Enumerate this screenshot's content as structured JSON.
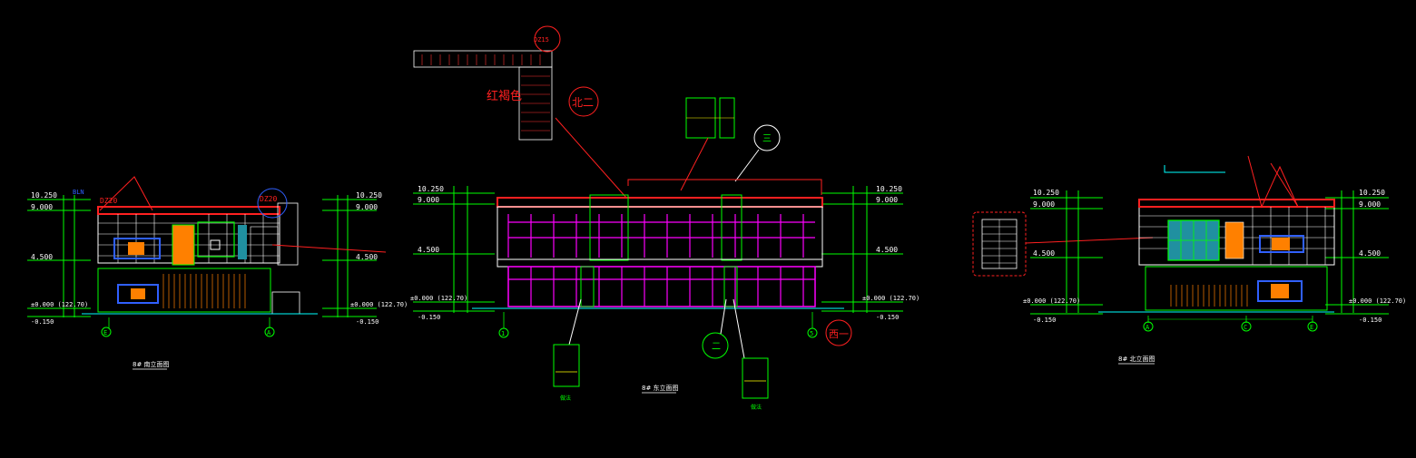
{
  "colors": {
    "background": "#000000",
    "cyan": "#00ffff",
    "green": "#00ff00",
    "red": "#ff0000",
    "white": "#ffffff",
    "magenta": "#ff00ff",
    "yellow": "#ffff00",
    "orange": "#ff8000",
    "blue": "#3060ff",
    "teal": "#2090a0"
  },
  "left_elevation": {
    "levels": {
      "top": "10.250",
      "roof": "9.000",
      "floor2": "4.500",
      "ground": "±0.000 (122.70)",
      "base": "-0.150"
    },
    "levels_right": {
      "top": "10.250",
      "roof": "9.000",
      "floor2": "4.500",
      "ground": "±0.000 (122.70)",
      "base": "-0.150"
    },
    "tag_blue": "BLN",
    "tag_red_1": "DZ20",
    "tag_red_2": "DZ20",
    "axis_left": "E",
    "axis_right": "A",
    "title": "8# 南立面图"
  },
  "center_elevation": {
    "levels": {
      "top": "10.250",
      "roof": "9.000",
      "floor2": "4.500",
      "ground": "±0.000 (122.70)",
      "base": "-0.150"
    },
    "levels_right": {
      "top": "10.250",
      "roof": "9.000",
      "floor2": "4.500",
      "ground": "±0.000 (122.70)",
      "base": "-0.150"
    },
    "axis_left": "1",
    "axis_right": "5",
    "title": "8# 东立面图",
    "note_color": "红褐色",
    "callout_north": "北二",
    "callout_west": "西一",
    "callout_three": "三",
    "callout_two": "二",
    "callout_top_tag": "DZ15",
    "sub_label_left": "做法",
    "sub_label_right": "做法"
  },
  "right_elevation": {
    "levels": {
      "top": "10.250",
      "roof": "9.000",
      "floor2": "4.500",
      "ground": "±0.000 (122.70)",
      "base": "-0.150"
    },
    "levels_right": {
      "top": "10.250",
      "roof": "9.000",
      "floor2": "4.500",
      "ground": "±0.000 (122.70)",
      "base": "-0.150"
    },
    "axis_a": "A",
    "axis_c": "C",
    "axis_e": "E",
    "title": "8# 北立面图"
  }
}
